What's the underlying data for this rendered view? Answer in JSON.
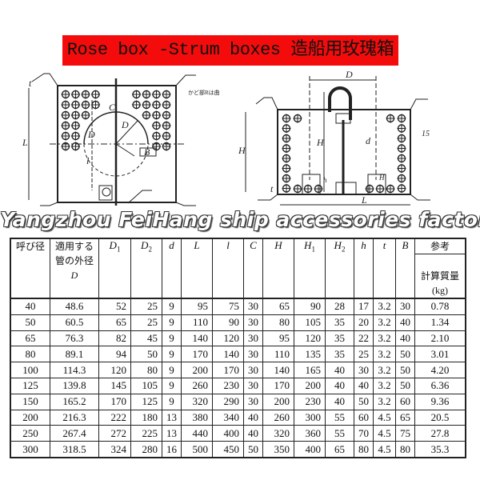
{
  "title": "Rose box -Strum boxes 造船用玫瑰箱",
  "watermark": "Yangzhou FeiHang ship accessories factory",
  "colors": {
    "title_background": "#f40c0c",
    "lines": "#222222"
  },
  "drawing": {
    "plan_view_labels": {
      "D1": "D",
      "D2": "D",
      "C": "C",
      "B": "B",
      "L": "L",
      "l": "l",
      "t": "t",
      "note": "かど部Rは曲"
    },
    "side_view_labels": {
      "D": "D",
      "H": "H",
      "H1": "H",
      "H2": "H",
      "h": "h",
      "d": "d",
      "L": "L",
      "t": "t",
      "pitch": "15"
    }
  },
  "table": {
    "headers": [
      {
        "main": "呼び径",
        "sub": "",
        "jp": true
      },
      {
        "main": "適用する管の外径",
        "sub": "",
        "extra": "D",
        "jp": true
      },
      {
        "main": "D",
        "sub": "1"
      },
      {
        "main": "D",
        "sub": "2"
      },
      {
        "main": "d",
        "sub": ""
      },
      {
        "main": "L",
        "sub": ""
      },
      {
        "main": "l",
        "sub": ""
      },
      {
        "main": "C",
        "sub": ""
      },
      {
        "main": "H",
        "sub": ""
      },
      {
        "main": "H",
        "sub": "1"
      },
      {
        "main": "H",
        "sub": "2"
      },
      {
        "main": "h",
        "sub": ""
      },
      {
        "main": "t",
        "sub": ""
      },
      {
        "main": "B",
        "sub": ""
      },
      {
        "main": "参考",
        "sub": "",
        "extra": "計算質量",
        "unit": "(kg)",
        "jp": true
      }
    ],
    "rows": [
      [
        "40",
        "48.6",
        "52",
        "25",
        "9",
        "95",
        "75",
        "30",
        "65",
        "90",
        "28",
        "17",
        "3.2",
        "30",
        "0.78"
      ],
      [
        "50",
        "60.5",
        "65",
        "25",
        "9",
        "110",
        "90",
        "30",
        "80",
        "105",
        "35",
        "20",
        "3.2",
        "40",
        "1.34"
      ],
      [
        "65",
        "76.3",
        "82",
        "45",
        "9",
        "140",
        "120",
        "30",
        "95",
        "120",
        "35",
        "22",
        "3.2",
        "40",
        "2.10"
      ],
      [
        "80",
        "89.1",
        "94",
        "50",
        "9",
        "170",
        "140",
        "30",
        "110",
        "135",
        "35",
        "25",
        "3.2",
        "50",
        "3.01"
      ],
      [
        "100",
        "114.3",
        "120",
        "80",
        "9",
        "200",
        "170",
        "30",
        "140",
        "165",
        "40",
        "30",
        "3.2",
        "50",
        "4.20"
      ],
      [
        "125",
        "139.8",
        "145",
        "105",
        "9",
        "260",
        "230",
        "30",
        "170",
        "200",
        "40",
        "40",
        "3.2",
        "50",
        "6.36"
      ],
      [
        "150",
        "165.2",
        "170",
        "125",
        "9",
        "320",
        "290",
        "30",
        "200",
        "230",
        "40",
        "50",
        "3.2",
        "60",
        "9.36"
      ],
      [
        "200",
        "216.3",
        "222",
        "180",
        "13",
        "380",
        "340",
        "40",
        "260",
        "300",
        "55",
        "60",
        "4.5",
        "65",
        "20.5"
      ],
      [
        "250",
        "267.4",
        "272",
        "225",
        "13",
        "440",
        "400",
        "40",
        "320",
        "360",
        "55",
        "70",
        "4.5",
        "75",
        "27.8"
      ],
      [
        "300",
        "318.5",
        "324",
        "280",
        "16",
        "500",
        "450",
        "50",
        "350",
        "400",
        "65",
        "80",
        "4.5",
        "80",
        "35.3"
      ]
    ]
  }
}
